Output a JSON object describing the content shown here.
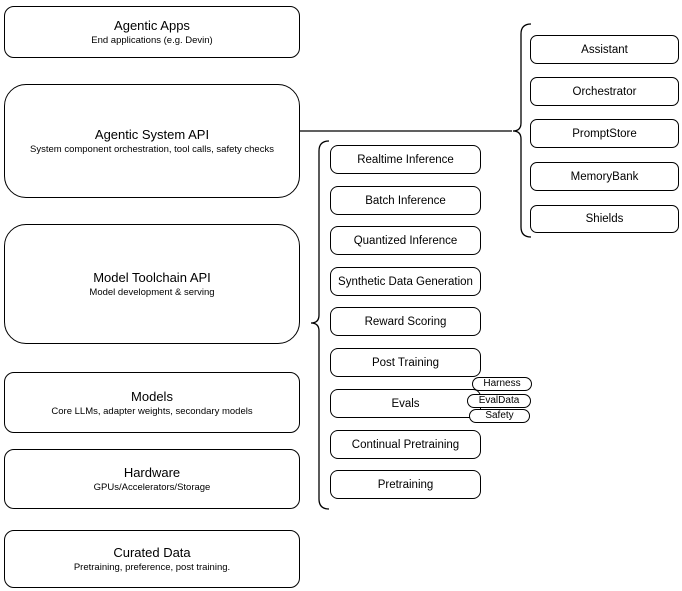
{
  "diagram": {
    "left_stack": [
      {
        "title": "Agentic Apps",
        "subtitle": "End applications (e.g. Devin)"
      },
      {
        "title": "Agentic System API",
        "subtitle": "System component orchestration, tool calls, safety checks"
      },
      {
        "title": "Model Toolchain API",
        "subtitle": "Model development & serving"
      },
      {
        "title": "Models",
        "subtitle": "Core LLMs, adapter weights, secondary models"
      },
      {
        "title": "Hardware",
        "subtitle": "GPUs/Accelerators/Storage"
      },
      {
        "title": "Curated Data",
        "subtitle": "Pretraining, preference, post training."
      }
    ],
    "toolchain_items": [
      {
        "label": "Realtime Inference"
      },
      {
        "label": "Batch Inference"
      },
      {
        "label": "Quantized Inference"
      },
      {
        "label": "Synthetic Data Generation"
      },
      {
        "label": "Reward Scoring"
      },
      {
        "label": "Post Training"
      },
      {
        "label": "Evals"
      },
      {
        "label": "Continual Pretraining"
      },
      {
        "label": "Pretraining"
      }
    ],
    "eval_tags": [
      {
        "label": "Harness"
      },
      {
        "label": "EvalData"
      },
      {
        "label": "Safety"
      }
    ],
    "system_components": [
      {
        "label": "Assistant"
      },
      {
        "label": "Orchestrator"
      },
      {
        "label": "PromptStore"
      },
      {
        "label": "MemoryBank"
      },
      {
        "label": "Shields"
      }
    ],
    "colors": {
      "stroke": "#000000",
      "background": "#ffffff",
      "text": "#000000"
    }
  }
}
